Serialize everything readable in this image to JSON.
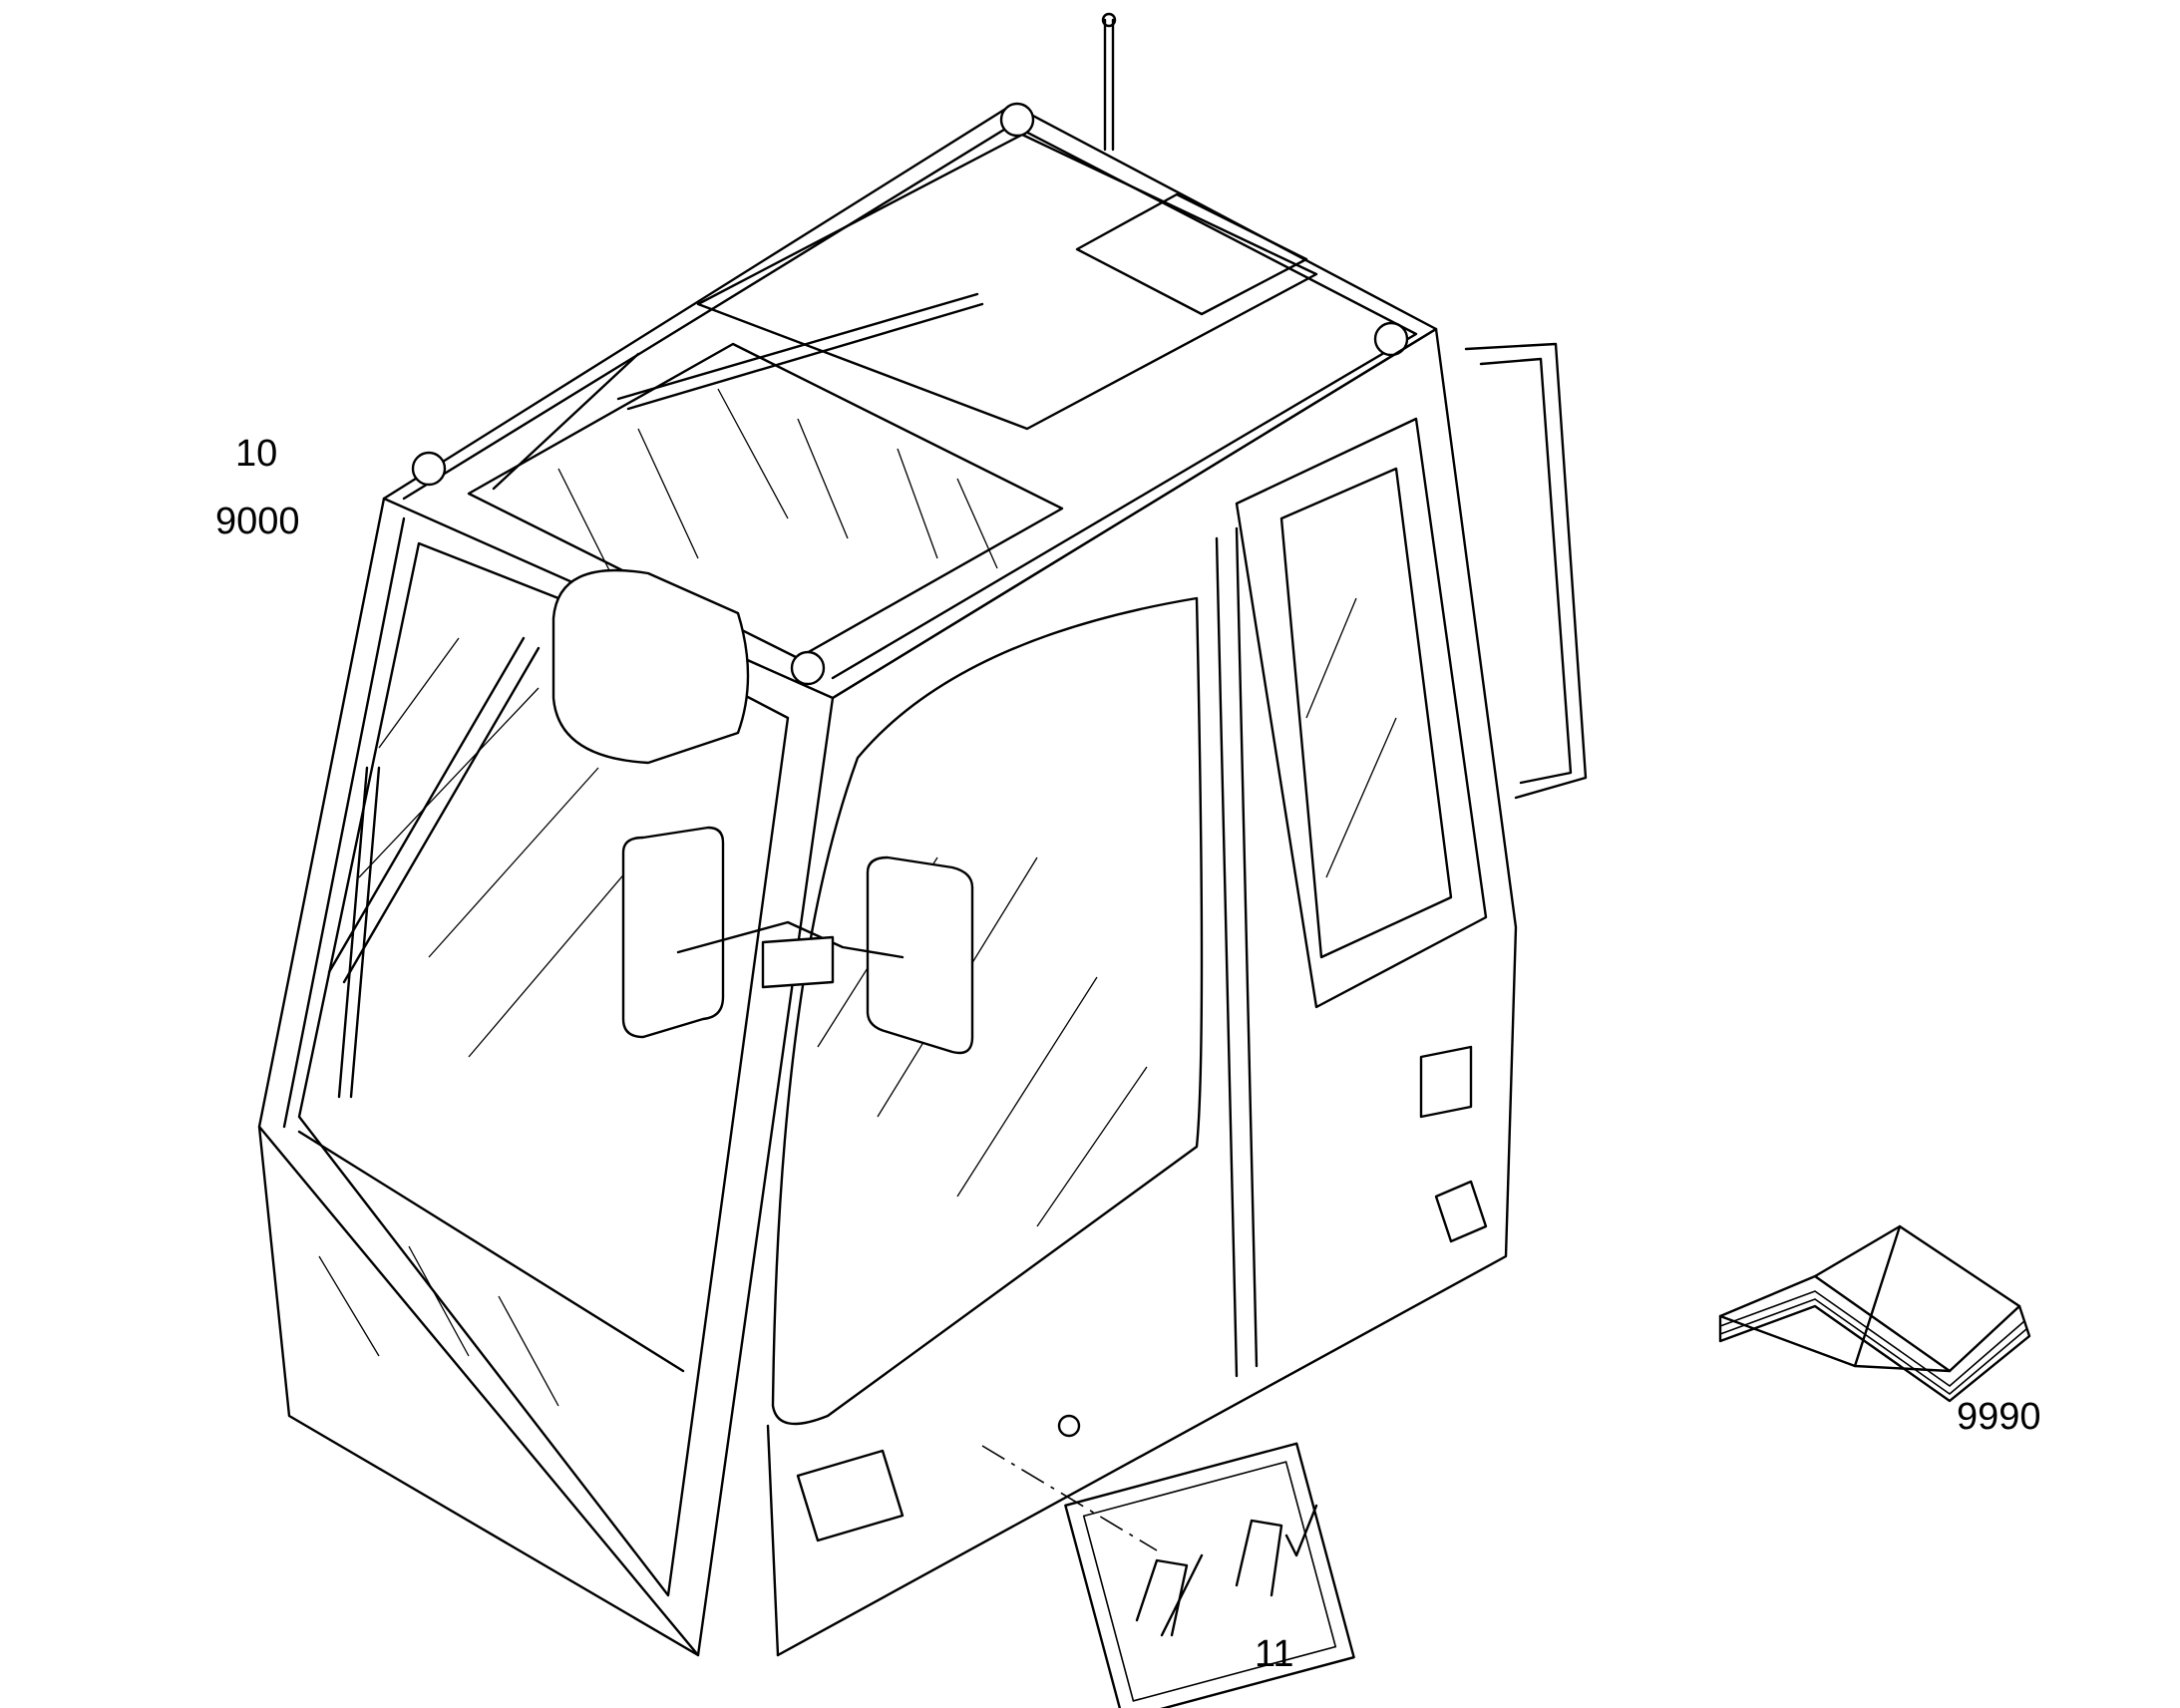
{
  "callouts": {
    "cab_item": "10",
    "cab_kit": "9000",
    "manual": "9990",
    "decal": "11"
  }
}
